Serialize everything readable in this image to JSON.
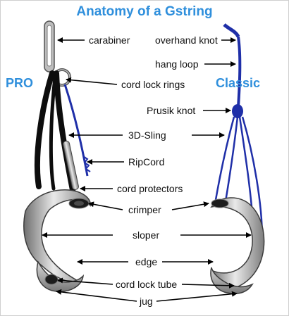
{
  "title": "Anatomy of a Gstring",
  "sides": {
    "left": "PRO",
    "right": "Classic"
  },
  "labels": {
    "carabiner": "carabiner",
    "overhand_knot": "overhand knot",
    "hang_loop": "hang loop",
    "cord_lock_rings": "cord lock rings",
    "prusik_knot": "Prusik knot",
    "sling_3d": "3D-Sling",
    "ripcord": "RipCord",
    "cord_protectors": "cord protectors",
    "crimper": "crimper",
    "sloper": "sloper",
    "edge": "edge",
    "cord_lock_tube": "cord lock tube",
    "jug": "jug"
  },
  "colors": {
    "title": "#2f8fdc",
    "cord": "#1f2fa8",
    "sling": "#0d0d0d",
    "metal": "#b9b9b9"
  }
}
